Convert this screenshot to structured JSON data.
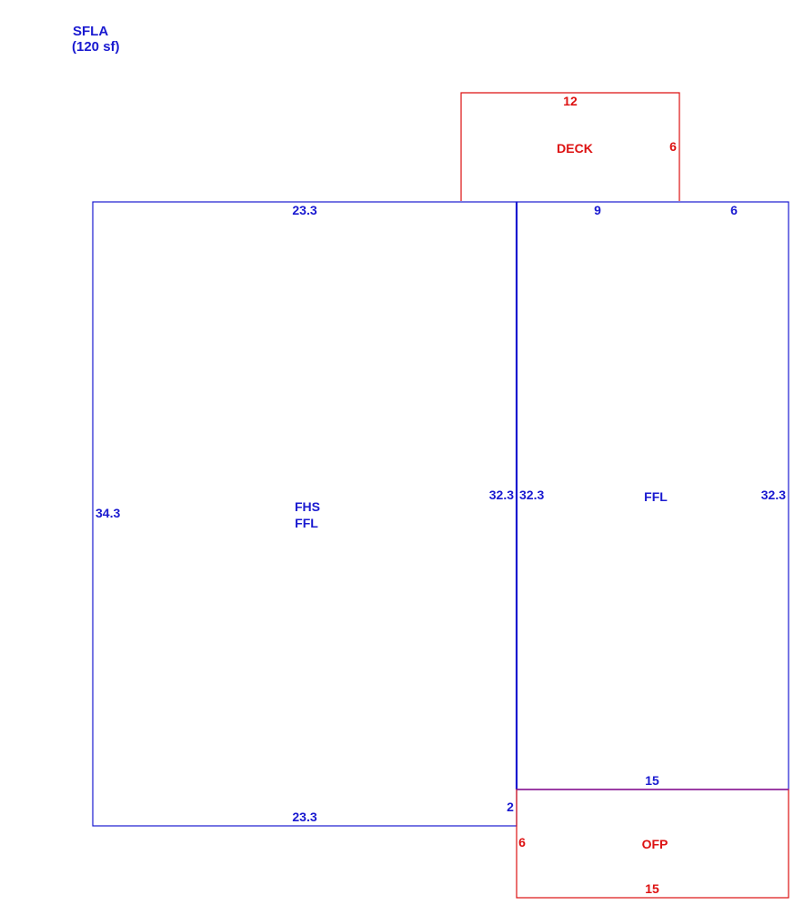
{
  "colors": {
    "living": "#1a1ad0",
    "exterior": "#dd1111"
  },
  "summary": {
    "line1": "SFLA",
    "line2": "(120 sf)"
  },
  "deck": {
    "name": "DECK",
    "dims": {
      "top": "12",
      "right": "6"
    }
  },
  "main_area": {
    "name_line1": "FHS",
    "name_line2": "FFL",
    "dims": {
      "top": "23.3",
      "bottom": "23.3",
      "left": "34.3",
      "right": "32.3",
      "jog": "2"
    }
  },
  "right_area": {
    "name": "FFL",
    "dims": {
      "top_a": "9",
      "top_b": "6",
      "left": "32.3",
      "right": "32.3",
      "bottom": "15"
    }
  },
  "porch": {
    "name": "OFP",
    "dims": {
      "left": "6",
      "bottom": "15"
    }
  }
}
